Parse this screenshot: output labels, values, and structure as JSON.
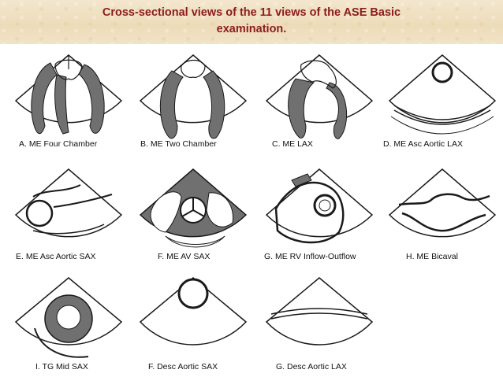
{
  "title": {
    "line1": "Cross-sectional views of the 11 views of the ASE Basic",
    "line2": "examination."
  },
  "views": [
    {
      "id": "A",
      "label": "A. ME Four Chamber"
    },
    {
      "id": "B",
      "label": "B. ME Two Chamber"
    },
    {
      "id": "C",
      "label": "C. ME LAX"
    },
    {
      "id": "D",
      "label": "D. ME Asc Aortic LAX"
    },
    {
      "id": "E",
      "label": "E. ME Asc Aortic SAX"
    },
    {
      "id": "F",
      "label": "F.  ME AV SAX"
    },
    {
      "id": "G",
      "label": "G. ME RV Inflow-Outflow"
    },
    {
      "id": "H",
      "label": "H. ME Bicaval"
    },
    {
      "id": "I",
      "label": "I. TG Mid SAX"
    },
    {
      "id": "J",
      "label": "F. Desc Aortic SAX"
    },
    {
      "id": "K",
      "label": "G. Desc Aortic LAX"
    }
  ],
  "colors": {
    "title": "#8b1c1c",
    "banner": "#eddcb9",
    "tissue": "#6e6e6e",
    "line": "#1a1a1a"
  }
}
